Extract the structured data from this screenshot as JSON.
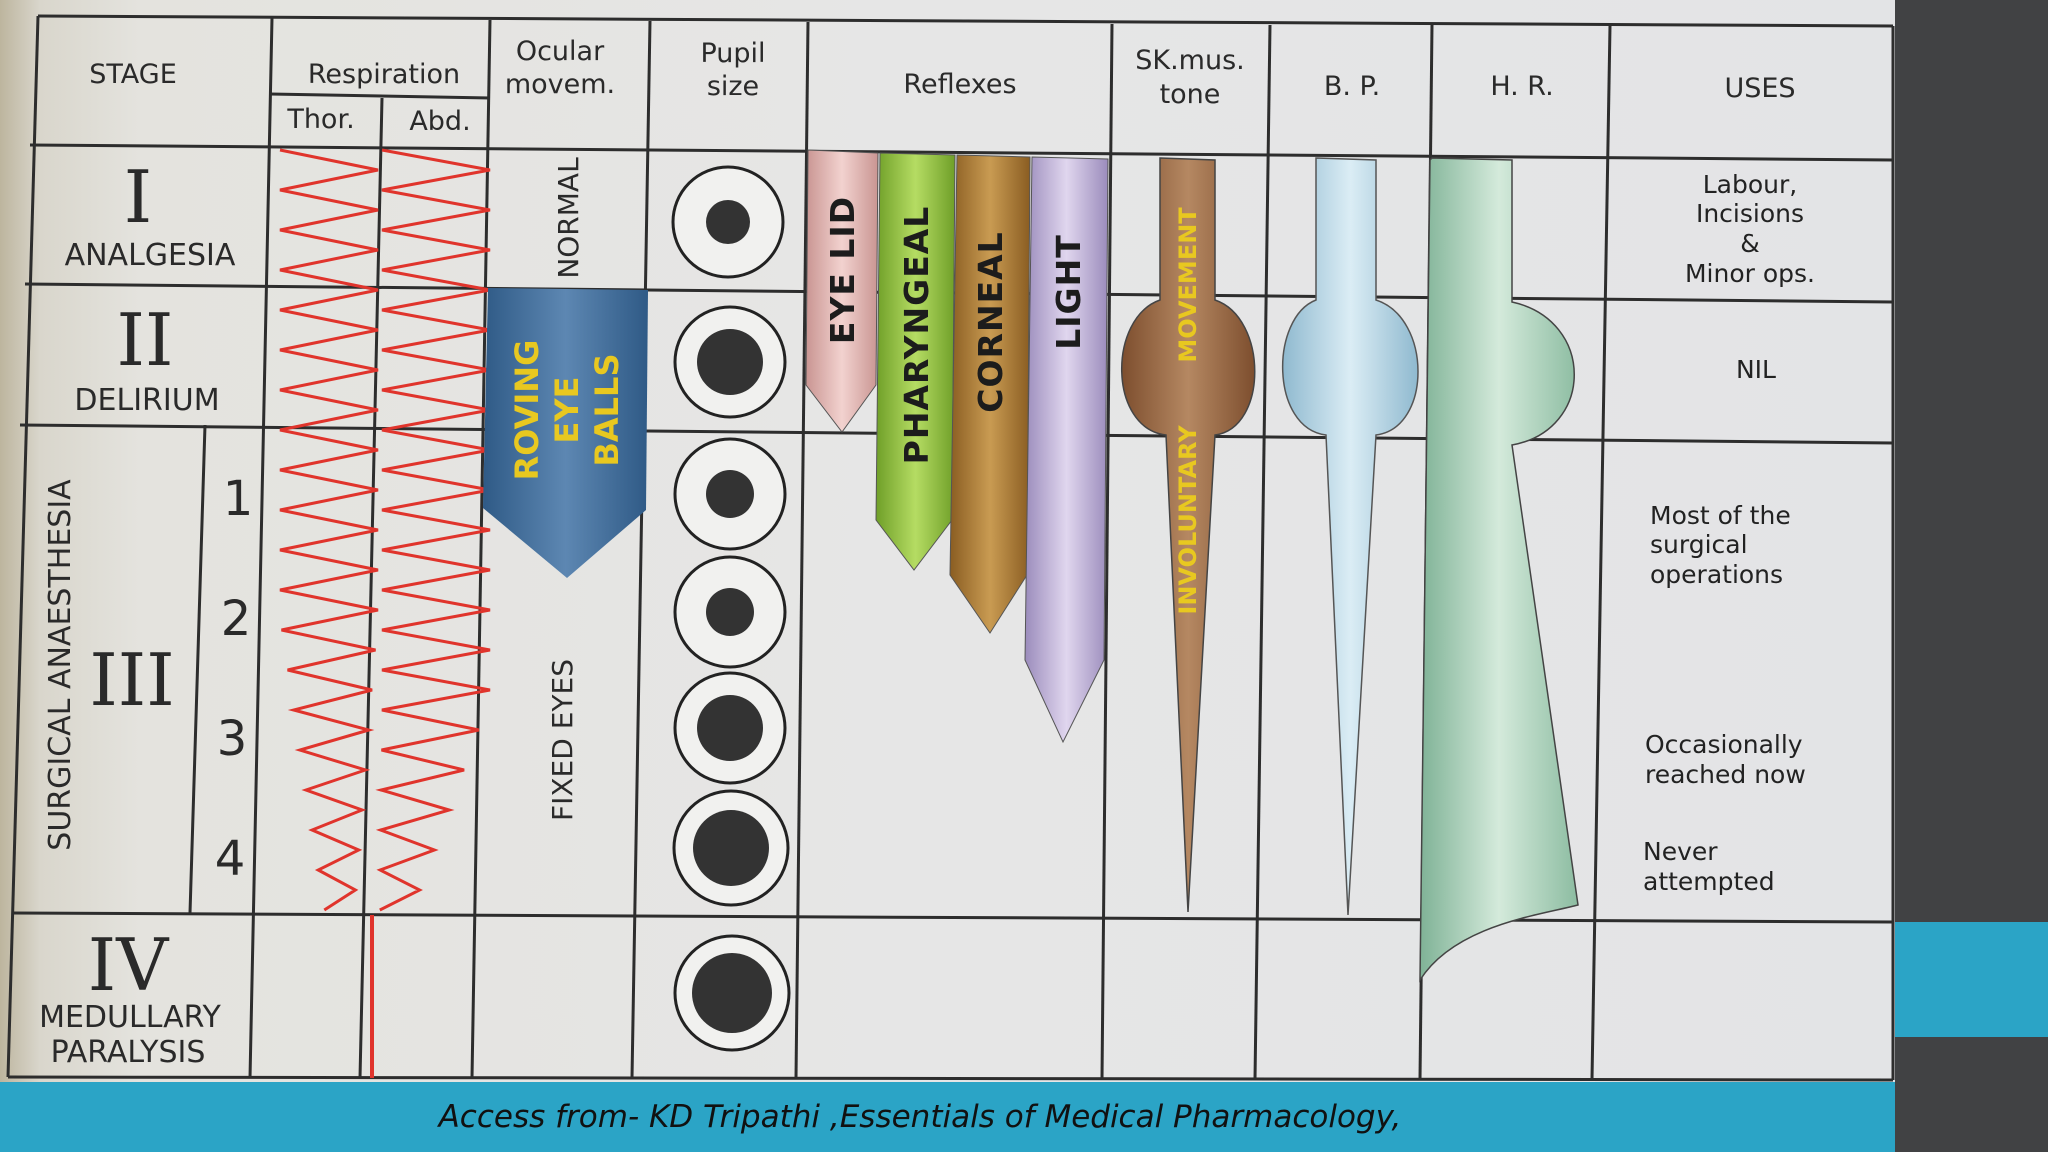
{
  "table": {
    "headers": {
      "stage": "STAGE",
      "respiration": "Respiration",
      "thor": "Thor.",
      "abd": "Abd.",
      "ocular_l1": "Ocular",
      "ocular_l2": "movem.",
      "pupil_l1": "Pupil",
      "pupil_l2": "size",
      "reflexes": "Reflexes",
      "skmus_l1": "SK.mus.",
      "skmus_l2": "tone",
      "bp": "B. P.",
      "hr": "H. R.",
      "uses": "USES"
    },
    "stages": [
      {
        "numeral": "I",
        "name": "ANALGESIA"
      },
      {
        "numeral": "II",
        "name": "DELIRIUM"
      },
      {
        "numeral": "III",
        "name": "SURGICAL ANAESTHESIA",
        "planes": [
          "1",
          "2",
          "3",
          "4"
        ]
      },
      {
        "numeral": "IV",
        "name_line1": "MEDULLARY",
        "name_line2": "PARALYSIS"
      }
    ],
    "ocular": {
      "normal": "NORMAL",
      "roving_1": "ROVING",
      "roving_2": "EYE",
      "roving_3": "BALLS",
      "fixed": "FIXED EYES"
    },
    "reflexes": [
      "EYE LID",
      "PHARYNGEAL",
      "CORNEAL",
      "LIGHT"
    ],
    "muscle_tone": {
      "label_1": "INVOLUNTARY",
      "label_2": "MOVEMENT"
    },
    "uses": {
      "stage1": [
        "Labour,",
        "Incisions",
        "&",
        "Minor ops."
      ],
      "stage2": [
        "NIL"
      ],
      "plane1_2": [
        "Most of the",
        "surgical",
        "operations"
      ],
      "plane3": [
        "Occasionally",
        "reached now"
      ],
      "plane4": [
        "Never",
        "attempted"
      ]
    }
  },
  "footer": {
    "citation": "Access from- KD Tripathi ,Essentials of Medical Pharmacology,"
  },
  "colors": {
    "accent_teal": "#2ba4c6",
    "respiration_line": "#e0342c",
    "roving_arrow": "#3f6fa0",
    "eyelid": "#e3b8b6",
    "pharyngeal": "#8fbf3c",
    "corneal": "#a7772f",
    "light": "#b7a9d0",
    "muscle_tone": "#9a6a45",
    "bp": "#b9d6e5",
    "hr": "#a9cfb7"
  }
}
